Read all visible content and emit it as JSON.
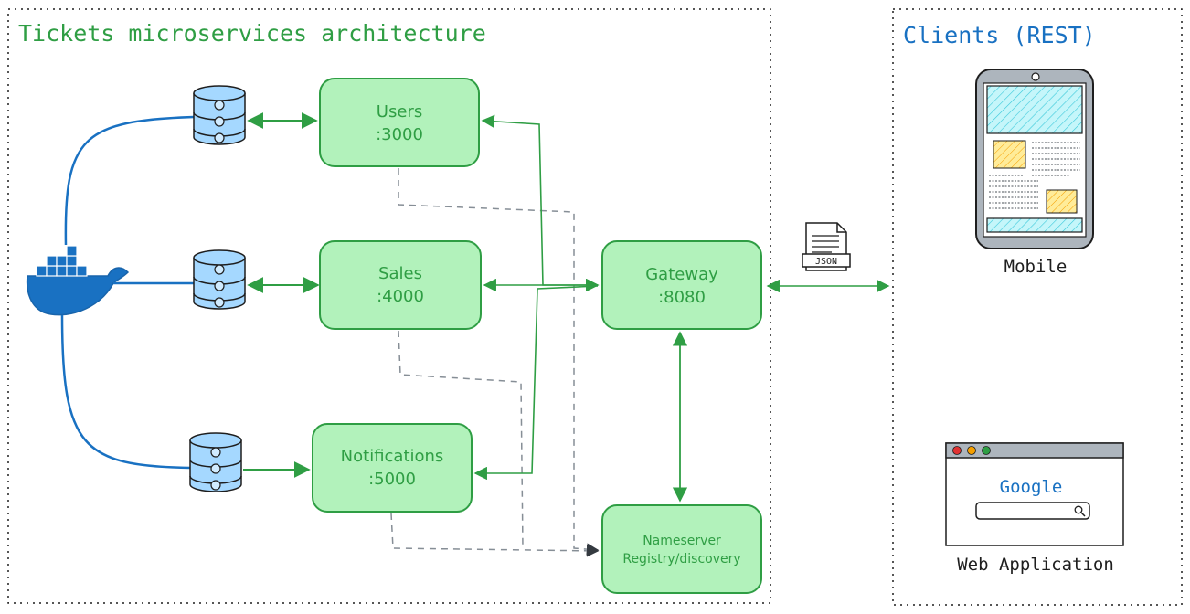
{
  "architecture": {
    "title": "Tickets microservices architecture",
    "title_color": "#2f9e44"
  },
  "clients": {
    "title": "Clients (REST)",
    "title_color": "#1971c2",
    "mobile_label": "Mobile",
    "web_label": "Web Application",
    "google_text": "Google"
  },
  "services": [
    {
      "name": "Users",
      "port": ":3000"
    },
    {
      "name": "Sales",
      "port": ":4000"
    },
    {
      "name": "Notifications",
      "port": ":5000"
    }
  ],
  "gateway": {
    "name": "Gateway",
    "port": ":8080"
  },
  "nameserver": {
    "line1": "Nameserver",
    "line2": "Registry/discovery"
  },
  "json_label": "JSON",
  "colors": {
    "node_fill": "#b2f2bb",
    "node_stroke": "#2f9e44",
    "edge": "#2f9e44",
    "db_fill": "#a5d8ff",
    "docker": "#1971c2",
    "dashed": "#868e96"
  },
  "icons": [
    "docker-whale-icon",
    "database-icon",
    "json-document-icon",
    "mobile-phone-icon",
    "browser-window-icon",
    "search-icon"
  ]
}
